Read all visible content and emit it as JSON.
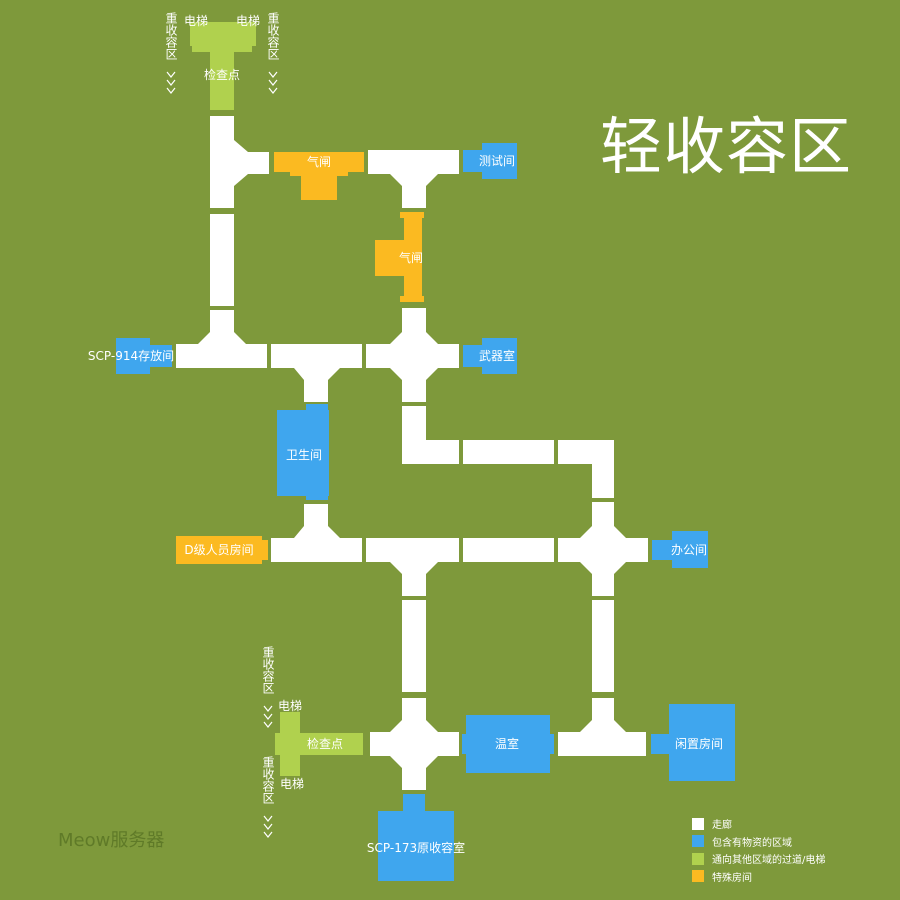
{
  "title": "轻收容区",
  "watermark": "Meow服务器",
  "colors": {
    "background": "#7e993b",
    "corridor": "#ffffff",
    "resource_room": "#3fa6ee",
    "transition": "#b0d14e",
    "special_room": "#fbba21"
  },
  "rooms": {
    "top_checkpoint": "检查点",
    "top_elevator_left": "电梯",
    "top_elevator_right": "电梯",
    "top_hcz_left": "重收容区",
    "top_hcz_right": "重收容区",
    "airlock_top": "气闸",
    "airlock_right": "气闸",
    "test_room": "测试间",
    "scp914": "SCP-914存放间",
    "armory": "武器室",
    "restroom": "卫生间",
    "class_d": "D级人员房间",
    "office": "办公间",
    "bottom_checkpoint": "检查点",
    "bottom_elevator_top": "电梯",
    "bottom_elevator_bottom": "电梯",
    "bottom_hcz_top": "重收容区",
    "bottom_hcz_bottom": "重收容区",
    "greenhouse": "温室",
    "idle_room": "闲置房间",
    "scp173": "SCP-173原收容室"
  },
  "legend": [
    {
      "label": "走廊",
      "color": "#ffffff"
    },
    {
      "label": "包含有物资的区域",
      "color": "#3fa6ee"
    },
    {
      "label": "通向其他区域的过道/电梯",
      "color": "#b0d14e"
    },
    {
      "label": "特殊房间",
      "color": "#fbba21"
    }
  ]
}
